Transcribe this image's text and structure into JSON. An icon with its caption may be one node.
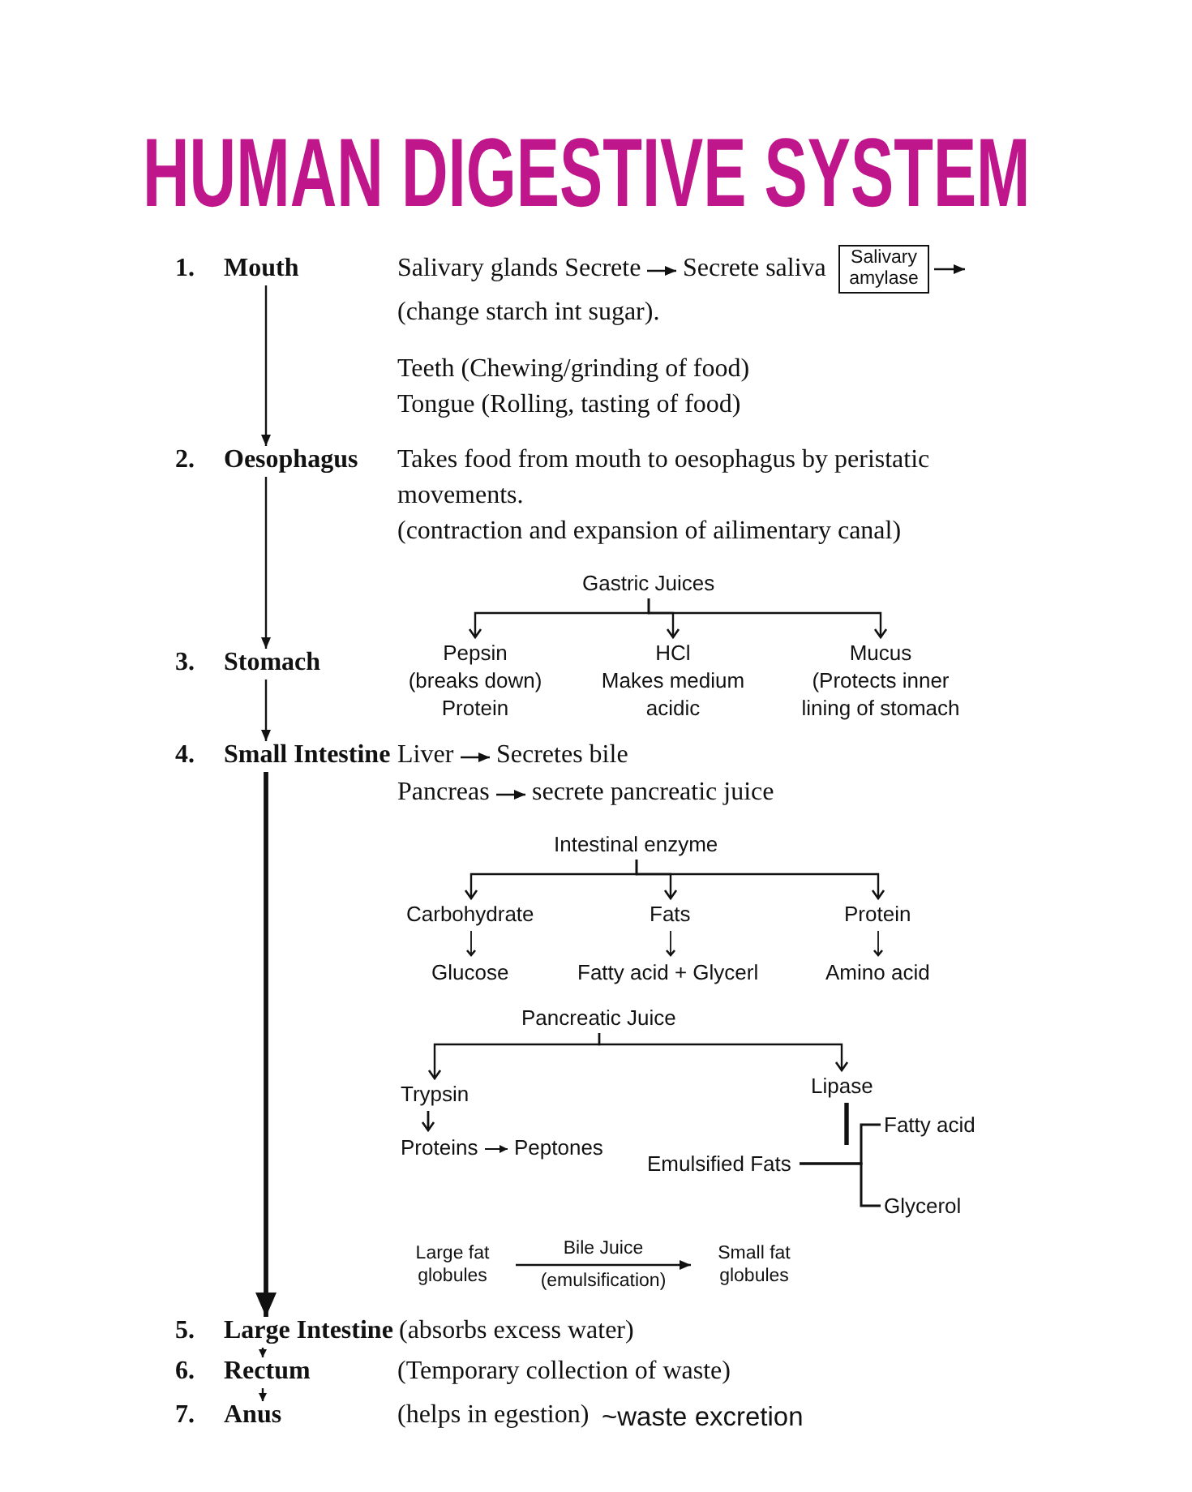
{
  "diagram": {
    "title": "HUMAN DIGESTIVE SYSTEM",
    "nodes": [
      {
        "text": [
          "Mouth"
        ],
        "beside": [
          "1."
        ]
      },
      {
        "text": [
          "Salivary glands Secrete"
        ]
      },
      {
        "text": [
          "Secrete saliva"
        ]
      },
      {
        "text": [
          "Salivary amylase"
        ]
      },
      {
        "text": [
          "Oesophagus"
        ],
        "beside": [
          "2."
        ]
      },
      {
        "text": [
          "Gastric Juices"
        ]
      },
      {
        "text": [
          "Stomach"
        ],
        "beside": [
          "3."
        ]
      },
      {
        "text": [
          "Pepsin",
          "(breaks down) Protein"
        ]
      },
      {
        "text": [
          "HCl",
          "Makes medium acidic"
        ]
      },
      {
        "text": [
          "Mucus",
          "(Protects inner lining of stomach"
        ]
      },
      {
        "text": [
          "Small Intestine"
        ],
        "beside": [
          "4."
        ]
      },
      {
        "text": [
          "Liver"
        ]
      },
      {
        "text": [
          "Secretes bile"
        ]
      },
      {
        "text": [
          "Pancreas"
        ]
      },
      {
        "text": [
          "secrete pancreatic juice"
        ]
      },
      {
        "text": [
          "Intestinal enzyme"
        ]
      },
      {
        "text": [
          "Carbohydrate"
        ]
      },
      {
        "text": [
          "Fats"
        ]
      },
      {
        "text": [
          "Protein"
        ]
      },
      {
        "text": [
          "Glucose"
        ]
      },
      {
        "text": [
          "Fatty acid + Glycerl"
        ]
      },
      {
        "text": [
          "Amino acid"
        ]
      },
      {
        "text": [
          "Pancreatic Juice"
        ]
      },
      {
        "text": [
          "Trypsin"
        ]
      },
      {
        "text": [
          "Lipase"
        ]
      },
      {
        "text": [
          "Fatty acid"
        ]
      },
      {
        "text": [
          "Proteins"
        ]
      },
      {
        "text": [
          "Peptones"
        ]
      },
      {
        "text": [
          "Emulsified Fats"
        ]
      },
      {
        "text": [
          "Glycerol"
        ]
      },
      {
        "text": [
          "Large fat globules"
        ]
      },
      {
        "text": [
          "Small fat globules"
        ]
      },
      {
        "text": [
          "Large Intestine"
        ],
        "beside": [
          "5."
        ]
      },
      {
        "text": [
          "Rectum"
        ],
        "beside": [
          "6."
        ]
      },
      {
        "text": [
          "Anus"
        ],
        "beside": [
          "7."
        ]
      }
    ],
    "edges": [
      {
        "from": 0,
        "to": 4,
        "arrow": "to"
      },
      {
        "from": 1,
        "to": 2,
        "arrow": "to"
      },
      {
        "from": 3,
        "to": null,
        "arrow": "to"
      },
      {
        "from": 4,
        "to": 6,
        "arrow": "to"
      },
      {
        "from": 5,
        "to": 7,
        "arrow": "to"
      },
      {
        "from": 5,
        "to": 8,
        "arrow": "to"
      },
      {
        "from": 5,
        "to": 9,
        "arrow": "to"
      },
      {
        "from": 6,
        "to": 10,
        "arrow": "to"
      },
      {
        "from": 10,
        "to": 32,
        "arrow": "to",
        "style": "thick"
      },
      {
        "from": 11,
        "to": 12,
        "arrow": "to"
      },
      {
        "from": 13,
        "to": 14,
        "arrow": "to"
      },
      {
        "from": 15,
        "to": 16,
        "arrow": "to"
      },
      {
        "from": 15,
        "to": 17,
        "arrow": "to"
      },
      {
        "from": 15,
        "to": 18,
        "arrow": "to"
      },
      {
        "from": 16,
        "to": 19,
        "arrow": "to"
      },
      {
        "from": 17,
        "to": 20,
        "arrow": "to"
      },
      {
        "from": 18,
        "to": 21,
        "arrow": "to"
      },
      {
        "from": 22,
        "to": 23,
        "arrow": "to"
      },
      {
        "from": 22,
        "to": 24,
        "arrow": "to"
      },
      {
        "from": 23,
        "to": 26,
        "arrow": "to"
      },
      {
        "from": 26,
        "to": 27,
        "arrow": "to"
      },
      {
        "from": 24,
        "to": null,
        "arrow": "none",
        "style": "thick"
      },
      {
        "from": 28,
        "to": 25,
        "arrow": "none"
      },
      {
        "from": 28,
        "to": 29,
        "arrow": "none"
      },
      {
        "from": 30,
        "to": 31,
        "arrow": "to",
        "label": "Bile Juice (emulsification)"
      },
      {
        "from": 32,
        "to": 33,
        "arrow": "to"
      },
      {
        "from": 33,
        "to": 34,
        "arrow": "to"
      }
    ],
    "labels": [
      "(change starch int sugar).",
      "Teeth (Chewing/grinding of food)",
      "Tongue (Rolling, tasting of food)",
      "Takes food from mouth to oesophagus by peristatic movements.",
      "(contraction and expansion of ailimentary canal)",
      "(absorbs excess water)",
      "(Temporary collection of waste)",
      "(helps in egestion)",
      "~waste excretion"
    ]
  }
}
